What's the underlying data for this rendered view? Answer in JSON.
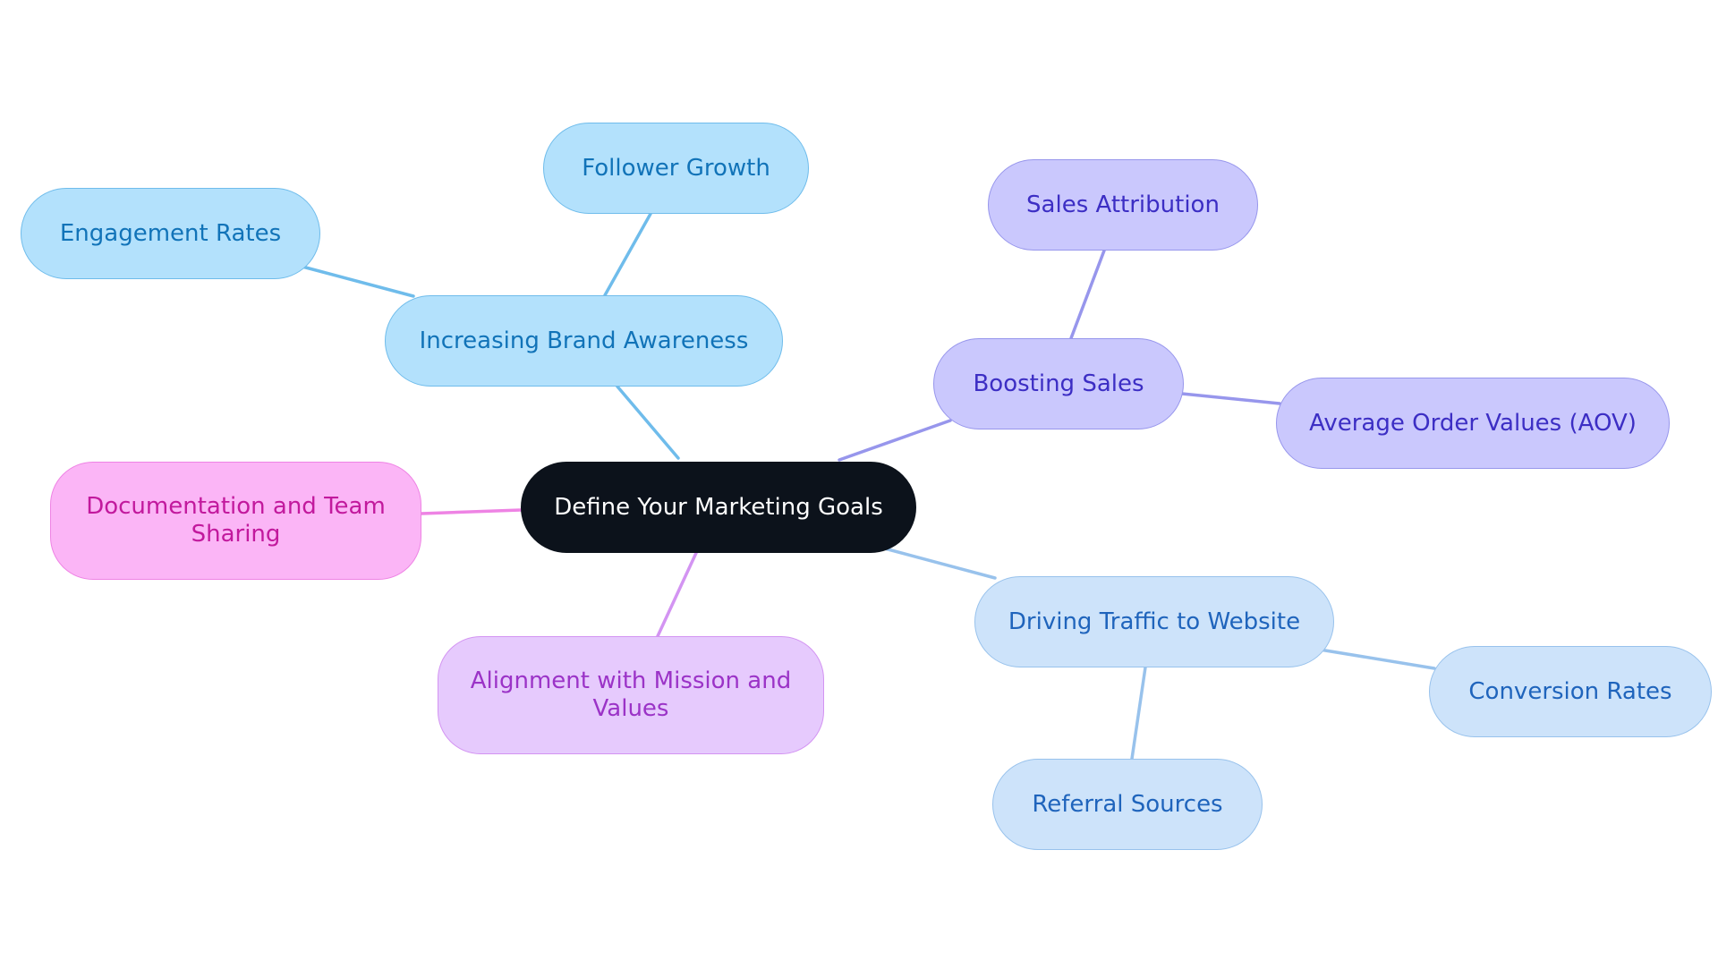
{
  "diagram": {
    "root": {
      "label": "Define Your Marketing Goals"
    },
    "branches": {
      "brand_awareness": {
        "label": "Increasing Brand Awareness",
        "children": [
          "Follower Growth",
          "Engagement Rates"
        ],
        "line_color": "#6fbceb"
      },
      "boosting_sales": {
        "label": "Boosting Sales",
        "children": [
          "Sales Attribution",
          "Average Order Values (AOV)"
        ],
        "line_color": "#9796ec"
      },
      "driving_traffic": {
        "label": "Driving Traffic to Website",
        "children": [
          "Conversion Rates",
          "Referral Sources"
        ],
        "line_color": "#98c2ec"
      },
      "documentation": {
        "label": "Documentation and Team Sharing",
        "line_color": "#ee83e4"
      },
      "alignment": {
        "label": "Alignment with Mission and Values",
        "line_color": "#d394f2"
      }
    }
  }
}
